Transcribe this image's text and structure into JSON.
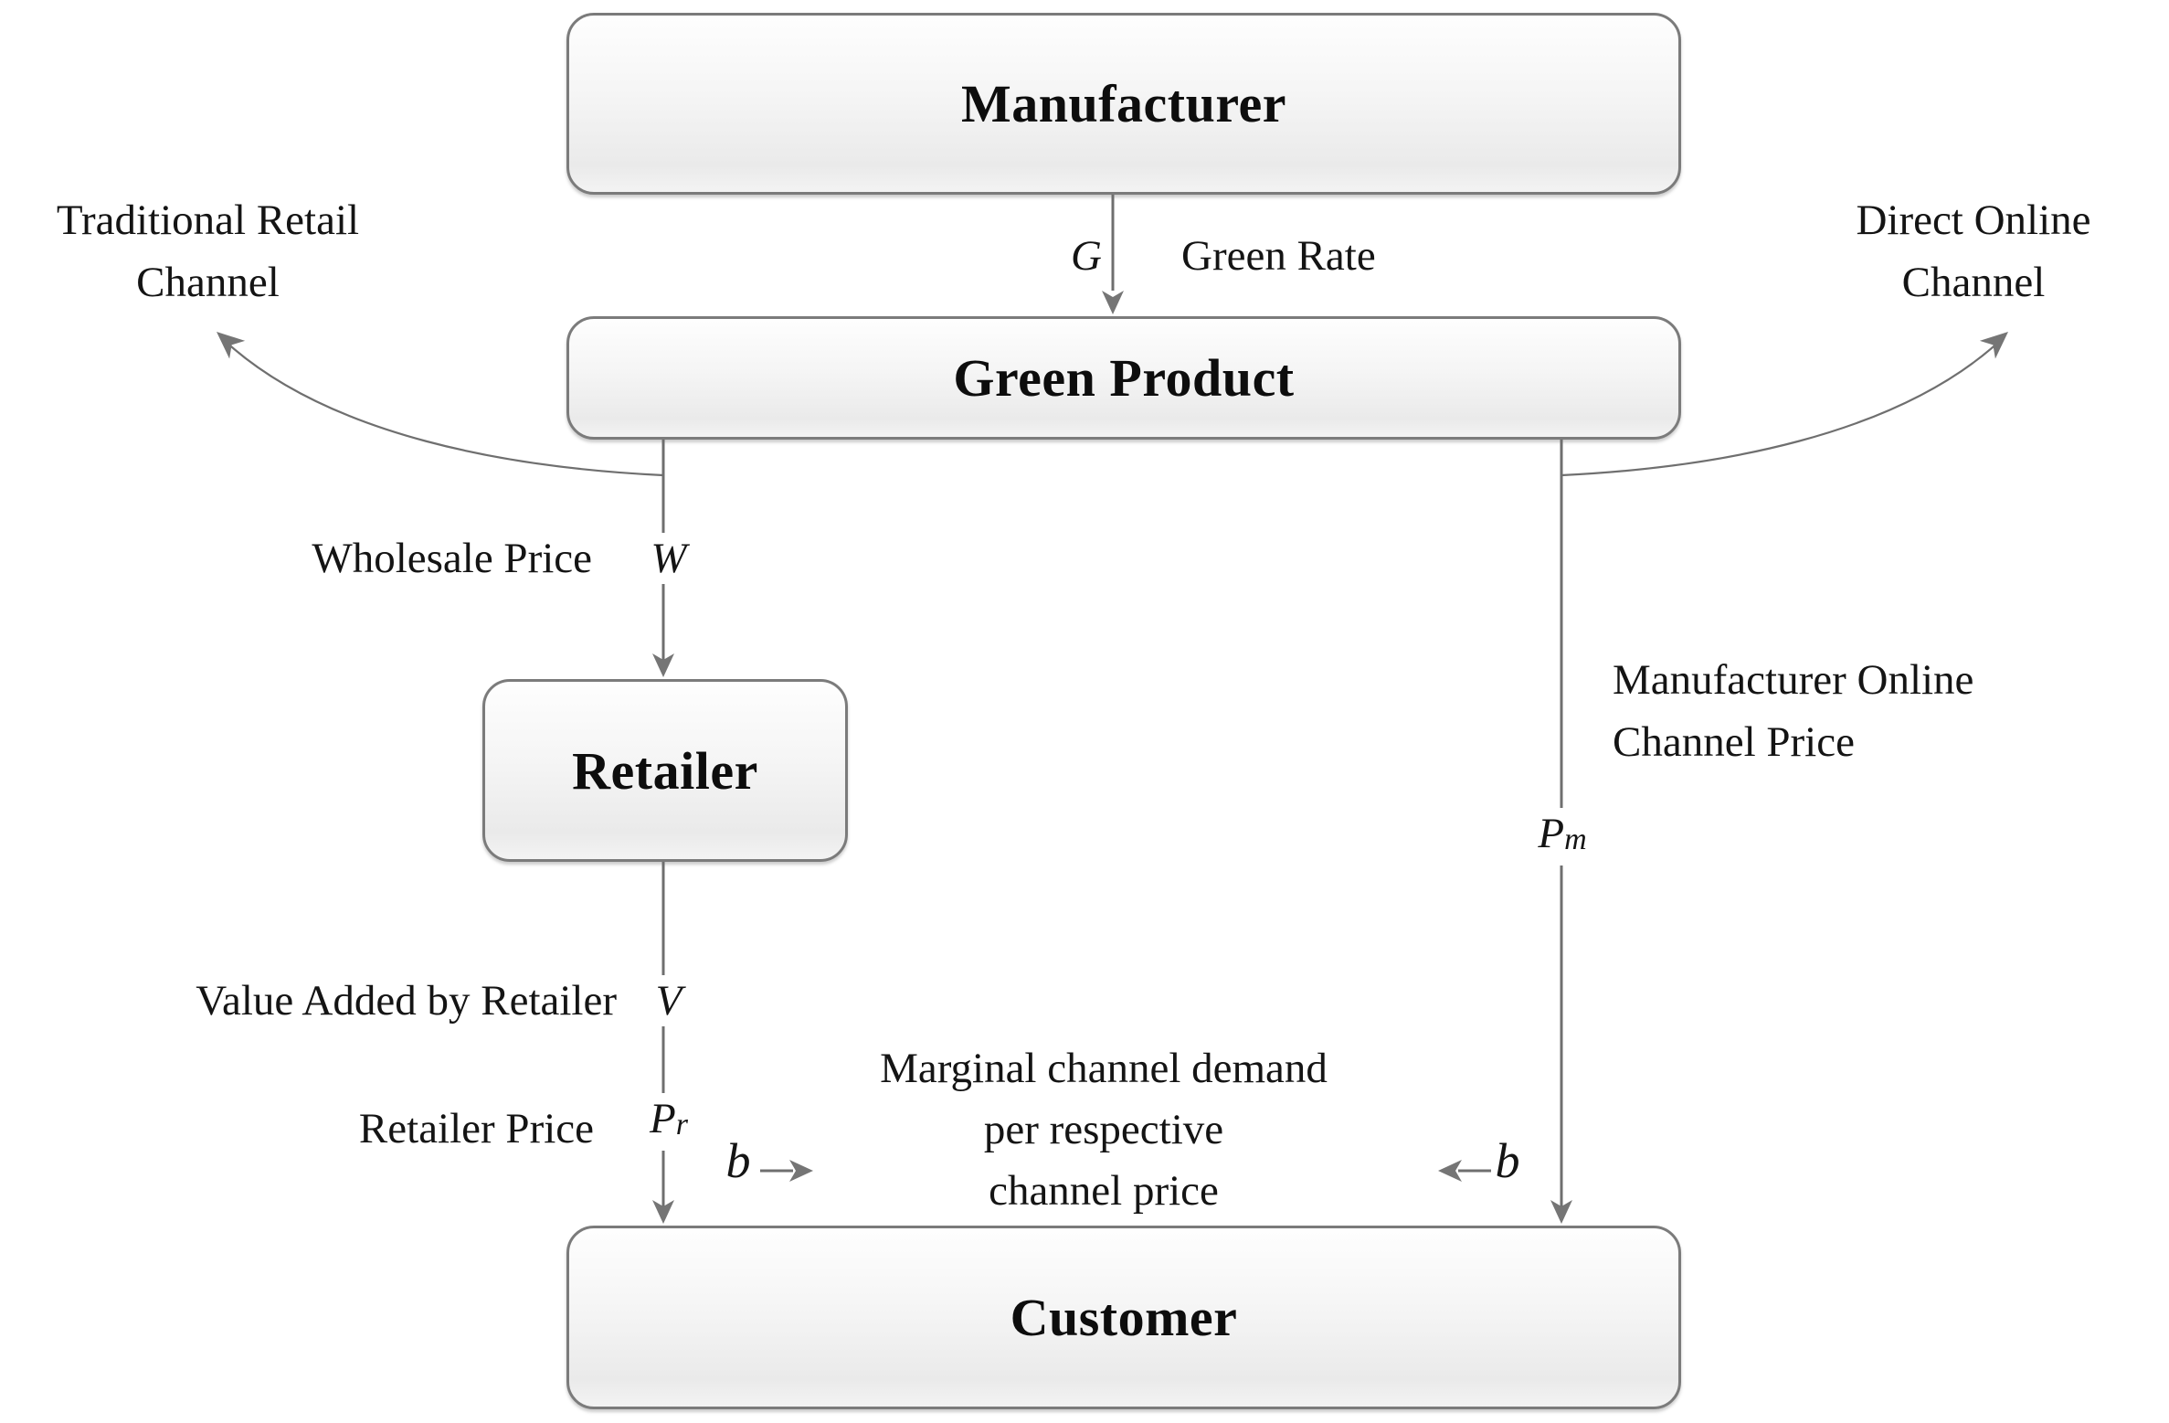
{
  "figure": {
    "kind": "green-supply-chain-channel-diagram",
    "background": "#ffffff"
  },
  "colors": {
    "line": "#6f6f6f",
    "arrowhead": "#757575",
    "text": "#141414",
    "box_border": "#7b7b7b",
    "box_fill_top": "#fefefe",
    "box_fill_bottom": "#ebebeb"
  },
  "nodes": {
    "manufacturer": {
      "label": "Manufacturer"
    },
    "green_product": {
      "label": "Green Product"
    },
    "retailer": {
      "label": "Retailer"
    },
    "customer": {
      "label": "Customer"
    }
  },
  "labels": {
    "green_rate": {
      "var": "G",
      "text": "Green Rate"
    },
    "traditional_channel": {
      "line1": "Traditional Retail",
      "line2": "Channel"
    },
    "direct_channel": {
      "line1": "Direct Online",
      "line2": "Channel"
    },
    "wholesale_price": {
      "text": "Wholesale Price",
      "var": "W"
    },
    "manufacturer_online": {
      "line1": "Manufacturer Online",
      "line2": "Channel Price",
      "var_base": "P",
      "var_sub": "m"
    },
    "value_added": {
      "text": "Value Added by Retailer",
      "var": "V"
    },
    "retailer_price": {
      "text": "Retailer Price",
      "var_base": "P",
      "var_sub": "r"
    },
    "marginal_demand": {
      "line1": "Marginal channel demand",
      "line2": "per respective",
      "line3": "channel price"
    },
    "b_left": "b",
    "b_right": "b"
  }
}
